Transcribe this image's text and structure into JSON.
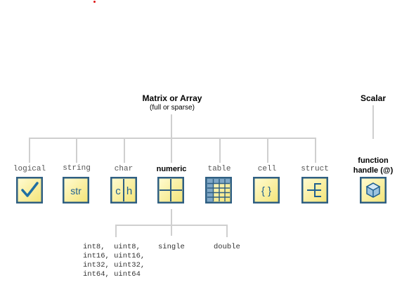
{
  "root": {
    "title": "Matrix or Array",
    "subtitle": "(full or sparse)"
  },
  "scalar": {
    "title": "Scalar",
    "function_handle": "function handle (@)"
  },
  "types": [
    {
      "label": "logical",
      "icon": "checkmark-icon"
    },
    {
      "label": "string",
      "icon": "str-icon",
      "icon_text": "str"
    },
    {
      "label": "char",
      "icon": "char-icon",
      "icon_text_left": "c",
      "icon_text_right": "h"
    },
    {
      "label": "numeric",
      "icon": "grid-icon"
    },
    {
      "label": "table",
      "icon": "table-icon"
    },
    {
      "label": "cell",
      "icon": "braces-icon",
      "icon_text": "{ }"
    },
    {
      "label": "struct",
      "icon": "struct-icon"
    }
  ],
  "numeric_subtypes": {
    "integers": "int8,  uint8,\nint16, uint16,\nint32, uint32,\nint64, uint64",
    "single": "single",
    "double": "double"
  },
  "colors": {
    "icon_fill": "#fbf3a8",
    "icon_border": "#2f5f82",
    "line": "#cfcfcf",
    "accent": "#1f6fa3"
  }
}
